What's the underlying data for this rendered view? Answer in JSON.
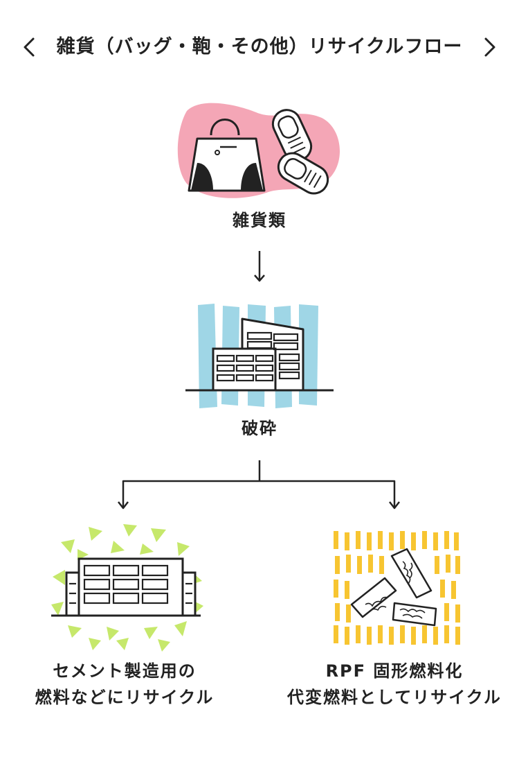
{
  "header": {
    "title": "雑貨（バッグ・鞄・その他）リサイクルフロー",
    "prev_icon": "chevron-left-icon",
    "next_icon": "chevron-right-icon"
  },
  "flow": {
    "step1": {
      "label": "雑貨類",
      "icon": "bag-and-sneakers-icon"
    },
    "step2": {
      "label": "破砕",
      "icon": "factory-icon"
    },
    "outcome_left": {
      "line1": "セメント製造用の",
      "line2": "燃料などにリサイクル",
      "icon": "cement-plant-icon"
    },
    "outcome_right": {
      "line1": "RPF 固形燃料化",
      "line2": "代変燃料としてリサイクル",
      "icon": "rpf-pellets-icon"
    }
  },
  "colors": {
    "pink_blob": "#f4a6b6",
    "blue_bars": "#9fd6e6",
    "green_triangles": "#c6e86b",
    "yellow_dashes": "#f7c531",
    "line": "#222222"
  }
}
